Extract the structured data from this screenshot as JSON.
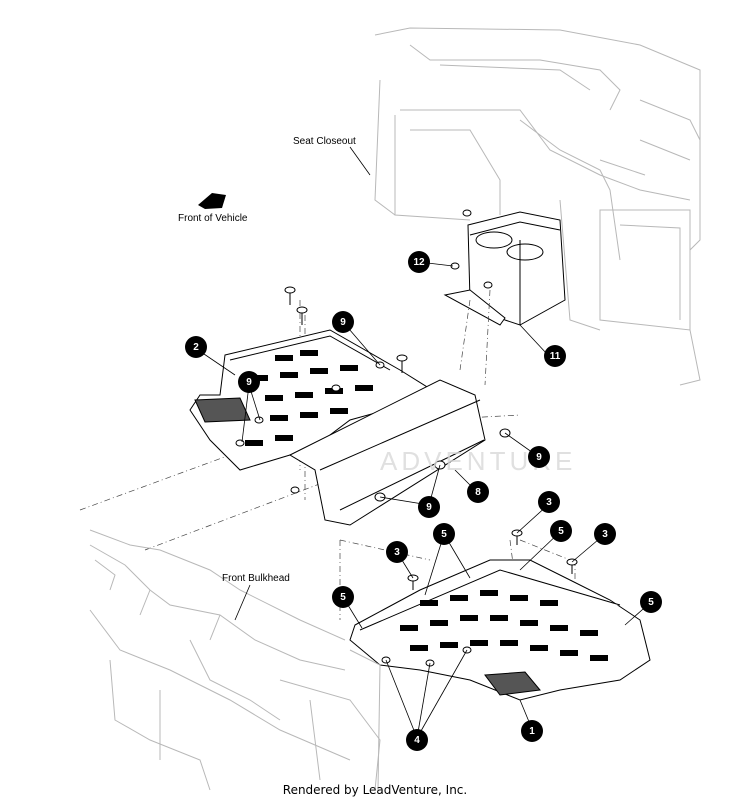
{
  "labels": {
    "seat_closeout": "Seat Closeout",
    "front_of_vehicle": "Front of Vehicle",
    "front_bulkhead": "Front Bulkhead"
  },
  "watermark": "ADVENTURE",
  "footer": "Rendered by LeadVenture, Inc.",
  "callouts": {
    "c1": "1",
    "c2": "2",
    "c3a": "3",
    "c3b": "3",
    "c3c": "3",
    "c4": "4",
    "c5a": "5",
    "c5b": "5",
    "c5c": "5",
    "c5d": "5",
    "c8": "8",
    "c9a": "9",
    "c9b": "9",
    "c9c": "9",
    "c9d": "9",
    "c11": "11",
    "c12": "12"
  },
  "colors": {
    "line": "#000000",
    "ghost": "#b8b8b8",
    "callout_fill": "#000000",
    "callout_text": "#ffffff"
  }
}
